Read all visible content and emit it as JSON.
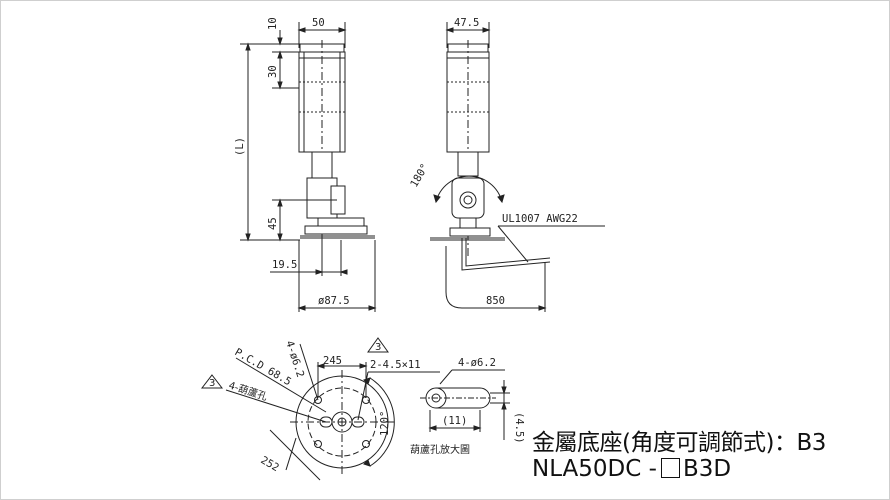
{
  "drawing": {
    "front_view": {
      "width": "50",
      "top_cap": "10",
      "tier": "30",
      "length": "(L)",
      "base_height": "45",
      "offset": "19.5",
      "base_diameter": "ø87.5"
    },
    "side_view": {
      "width": "47.5",
      "rotation": "180°",
      "cable": "UL1007 AWG22",
      "cable_length": "850"
    },
    "base_plan": {
      "pcd": "P.C.D 68.5",
      "bolt_holes": "4-ø6.2",
      "hole_spacing": "245",
      "slot_spec": "2-4.5×11",
      "slot_label": "4-葫蘆孔",
      "angle": "120°",
      "diag": "252",
      "note_mark": "3"
    },
    "slot_detail": {
      "hole": "4-ø6.2",
      "length": "(11)",
      "width": "(4.5)",
      "caption": "葫蘆孔放大圖"
    }
  },
  "caption": {
    "line1": "金屬底座(角度可調節式)：B3",
    "line2_prefix": "NLA50DC -",
    "line2_suffix": "B3D"
  }
}
